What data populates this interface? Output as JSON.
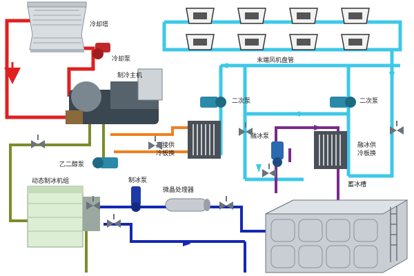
{
  "labels": {
    "cooling_tower": "冷却塔",
    "cooling_pump": "冷却泵",
    "chiller": "制冷主机",
    "fan_coil_units": "末端风机盘管",
    "secondary_pump_left": "二次泵",
    "secondary_pump_right": "二次泵",
    "glycol_pump": "乙二醇泵",
    "direct_supply_hx_line1": "直接供",
    "direct_supply_hx_line2": "冷板换",
    "ice_melt_pump": "融冰泵",
    "ice_melt_hx_line1": "融冰供",
    "ice_melt_hx_line2": "冷板换",
    "dynamic_ice_unit": "动态制冰机组",
    "ice_making_pump": "制冰泵",
    "microcrystal_processor": "微晶处理器",
    "ice_storage_tank": "蓄冰槽"
  },
  "colors": {
    "cooling_water": "#e02020",
    "chilled_water": "#3ec8e8",
    "glycol": "#7a8c2a",
    "ice_melt": "#7a2a8c",
    "ice_water": "#1428b4",
    "hx_supply": "#f08020"
  }
}
